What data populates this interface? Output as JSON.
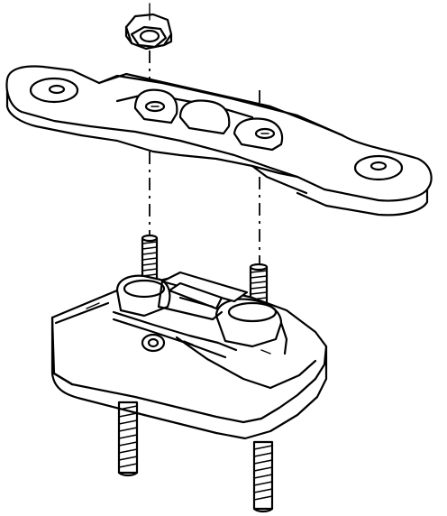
{
  "diagram": {
    "colors": {
      "ink": "#000000",
      "paper": "#ffffff"
    },
    "parts": [
      {
        "id": "hex-nut",
        "icon": "hex-nut-icon"
      },
      {
        "id": "upper-bracket",
        "icon": "bracket-icon"
      },
      {
        "id": "mount-body",
        "icon": "mount-icon"
      },
      {
        "id": "studs",
        "icon": "threaded-stud-icon"
      }
    ]
  }
}
